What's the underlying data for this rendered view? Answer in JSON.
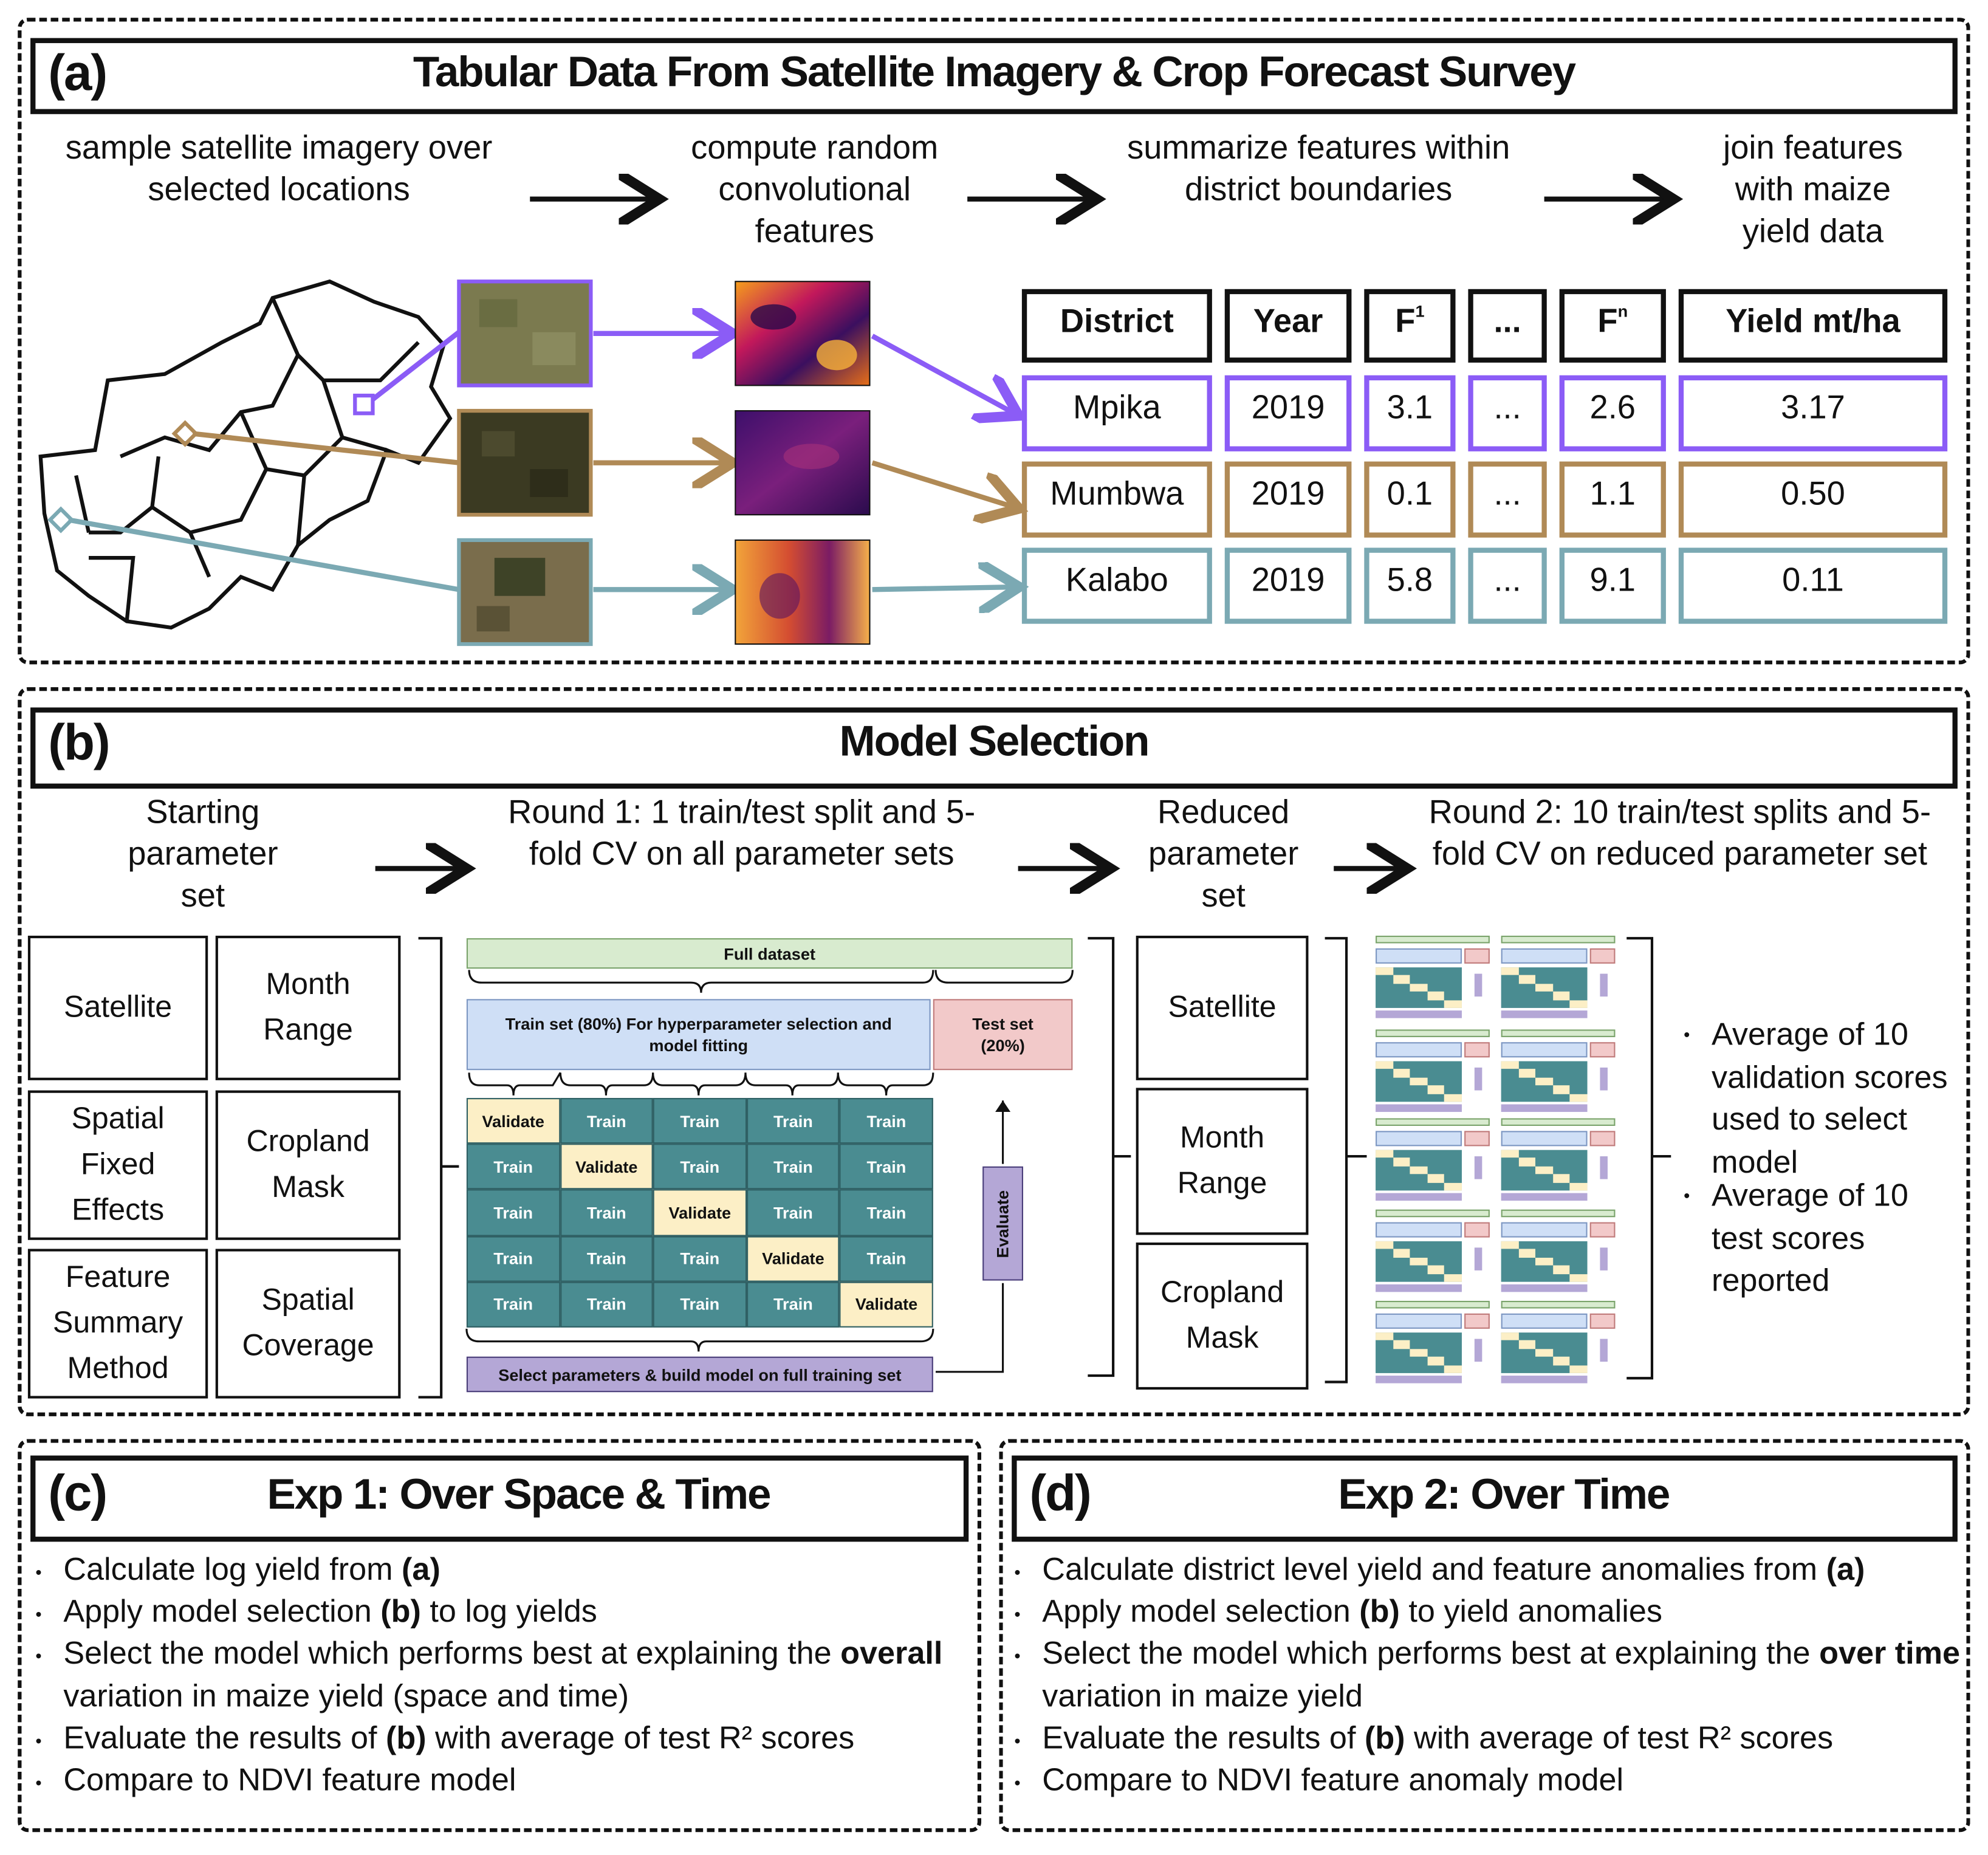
{
  "panel_a": {
    "label": "(a)",
    "title": "Tabular Data From Satellite Imagery & Crop Forecast Survey",
    "steps": [
      "sample satellite imagery over selected locations",
      "compute random convolutional features",
      "summarize features within district boundaries",
      "join features with maize yield data"
    ],
    "table": {
      "headers": [
        "District",
        "Year",
        "F",
        "...",
        "F",
        "Yield mt/ha"
      ],
      "header_subscripts": [
        "",
        "",
        "1",
        "",
        "n",
        ""
      ],
      "rows": [
        {
          "district": "Mpika",
          "year": "2019",
          "f1": "3.1",
          "dots": "...",
          "fn": "2.6",
          "yield": "3.17",
          "color": "#8b5cf6"
        },
        {
          "district": "Mumbwa",
          "year": "2019",
          "f1": "0.1",
          "dots": "...",
          "fn": "1.1",
          "yield": "0.50",
          "color": "#b08a56"
        },
        {
          "district": "Kalabo",
          "year": "2019",
          "f1": "5.8",
          "dots": "...",
          "fn": "9.1",
          "yield": "0.11",
          "color": "#7ba9b3"
        }
      ]
    }
  },
  "panel_b": {
    "label": "(b)",
    "title": "Model Selection",
    "steps": [
      "Starting parameter set",
      "Round 1: 1 train/test split and 5-fold CV on all parameter sets",
      "Reduced parameter set",
      "Round 2: 10 train/test splits and 5-fold CV on reduced parameter set"
    ],
    "starting_params": [
      "Satellite",
      "Month Range",
      "Spatial Fixed Effects",
      "Cropland Mask",
      "Feature Summary Method",
      "Spatial Coverage"
    ],
    "cv": {
      "full_dataset": "Full dataset",
      "train_set": "Train set (80%) For hyperparameter selection and model fitting",
      "test_set": "Test set (20%)",
      "evaluate": "Evaluate",
      "select": "Select parameters & build model on full training set",
      "train": "Train",
      "validate": "Validate"
    },
    "reduced_params": [
      "Satellite",
      "Month Range",
      "Cropland Mask"
    ],
    "bullets": [
      "Average of 10 validation scores used to select model",
      "Average of 10 test scores reported"
    ]
  },
  "panel_c": {
    "label": "(c)",
    "title": "Exp 1: Over Space & Time",
    "bullets": [
      {
        "pre": "Calculate log yield from ",
        "bold": "(a)",
        "post": ""
      },
      {
        "pre": "Apply model selection ",
        "bold": "(b)",
        "post": " to log yields"
      },
      {
        "pre": "Select the model which performs best at explaining the ",
        "bold": "overall",
        "post": " variation in maize yield (space and time)"
      },
      {
        "pre": "Evaluate the results of ",
        "bold": "(b)",
        "post": " with average of test R² scores"
      },
      {
        "pre": "Compare to NDVI feature model",
        "bold": "",
        "post": ""
      }
    ]
  },
  "panel_d": {
    "label": "(d)",
    "title": "Exp 2: Over Time",
    "bullets": [
      {
        "pre": "Calculate district level yield and feature anomalies from ",
        "bold": "(a)",
        "post": ""
      },
      {
        "pre": "Apply model selection ",
        "bold": "(b)",
        "post": " to yield anomalies"
      },
      {
        "pre": "Select the model which performs best at explaining the ",
        "bold": "over time",
        "post": " variation in maize yield"
      },
      {
        "pre": "Evaluate the results of ",
        "bold": "(b)",
        "post": " with average of test R² scores"
      },
      {
        "pre": "Compare to NDVI feature anomaly model",
        "bold": "",
        "post": ""
      }
    ]
  },
  "colors": {
    "purple": "#8b5cf6",
    "brown": "#b08a56",
    "teal": "#7ba9b3",
    "grid_train": "#4a8c91",
    "grid_validate": "#fcefc6"
  }
}
